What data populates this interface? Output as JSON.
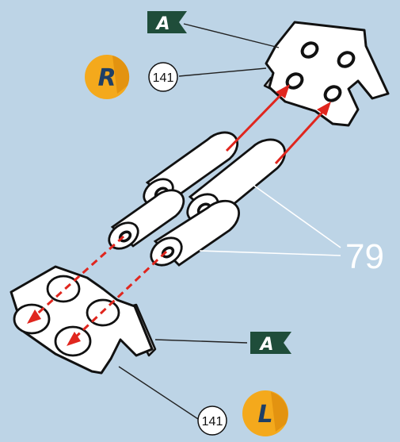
{
  "labels": {
    "part_letter_top": "A",
    "part_letter_bottom": "A",
    "side_right": "R",
    "side_left": "L",
    "part_number_top": "141",
    "part_number_bottom": "141",
    "callout_number": "79"
  },
  "colors": {
    "background": "#bdd4e6",
    "flag": "#1f4d3a",
    "badge": "#f4a91c",
    "arrow": "#e0261e"
  },
  "icons": {
    "flag": "pennant-flag-icon",
    "badge": "circle-badge-icon"
  }
}
